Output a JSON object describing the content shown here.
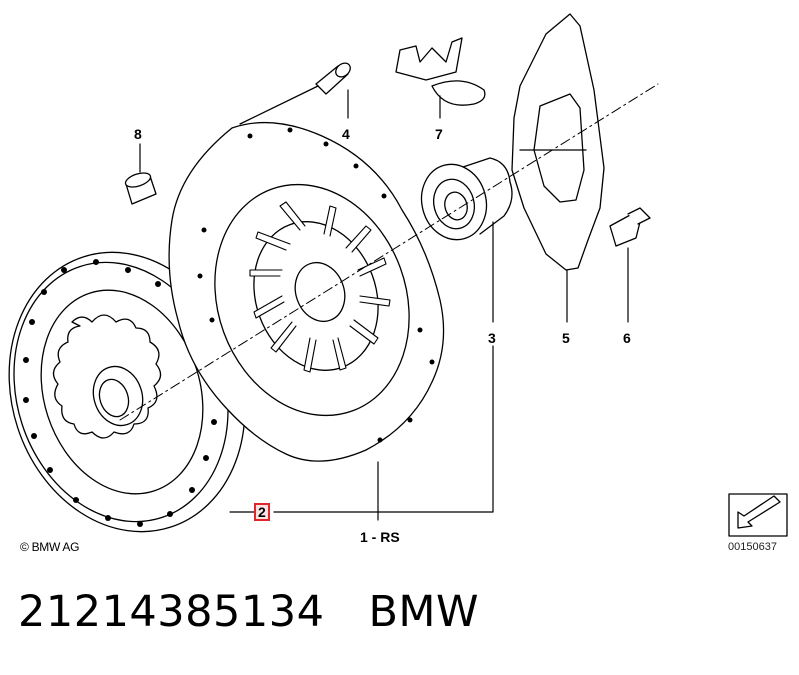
{
  "diagram": {
    "callouts": {
      "c1": "1 - RS",
      "c2": "2",
      "c3": "3",
      "c4": "4",
      "c5": "5",
      "c6": "6",
      "c7": "7",
      "c8": "8"
    },
    "highlighted_callout": "2",
    "copyright": "© BMW AG",
    "diagram_id": "00150637",
    "icons": [
      "clutch-disc-icon",
      "pressure-plate-icon",
      "release-bearing-icon",
      "bolt-icon",
      "bushing-icon",
      "spring-clip-icon",
      "bracket-plate-icon",
      "bleed-screw-icon",
      "arrow-nav-icon"
    ],
    "colors": {
      "highlight_border": "#e0252b",
      "highlight_fill": "#fbe3e3",
      "line": "#000000"
    }
  },
  "caption": {
    "part_number": "21214385134",
    "brand": "BMW"
  }
}
